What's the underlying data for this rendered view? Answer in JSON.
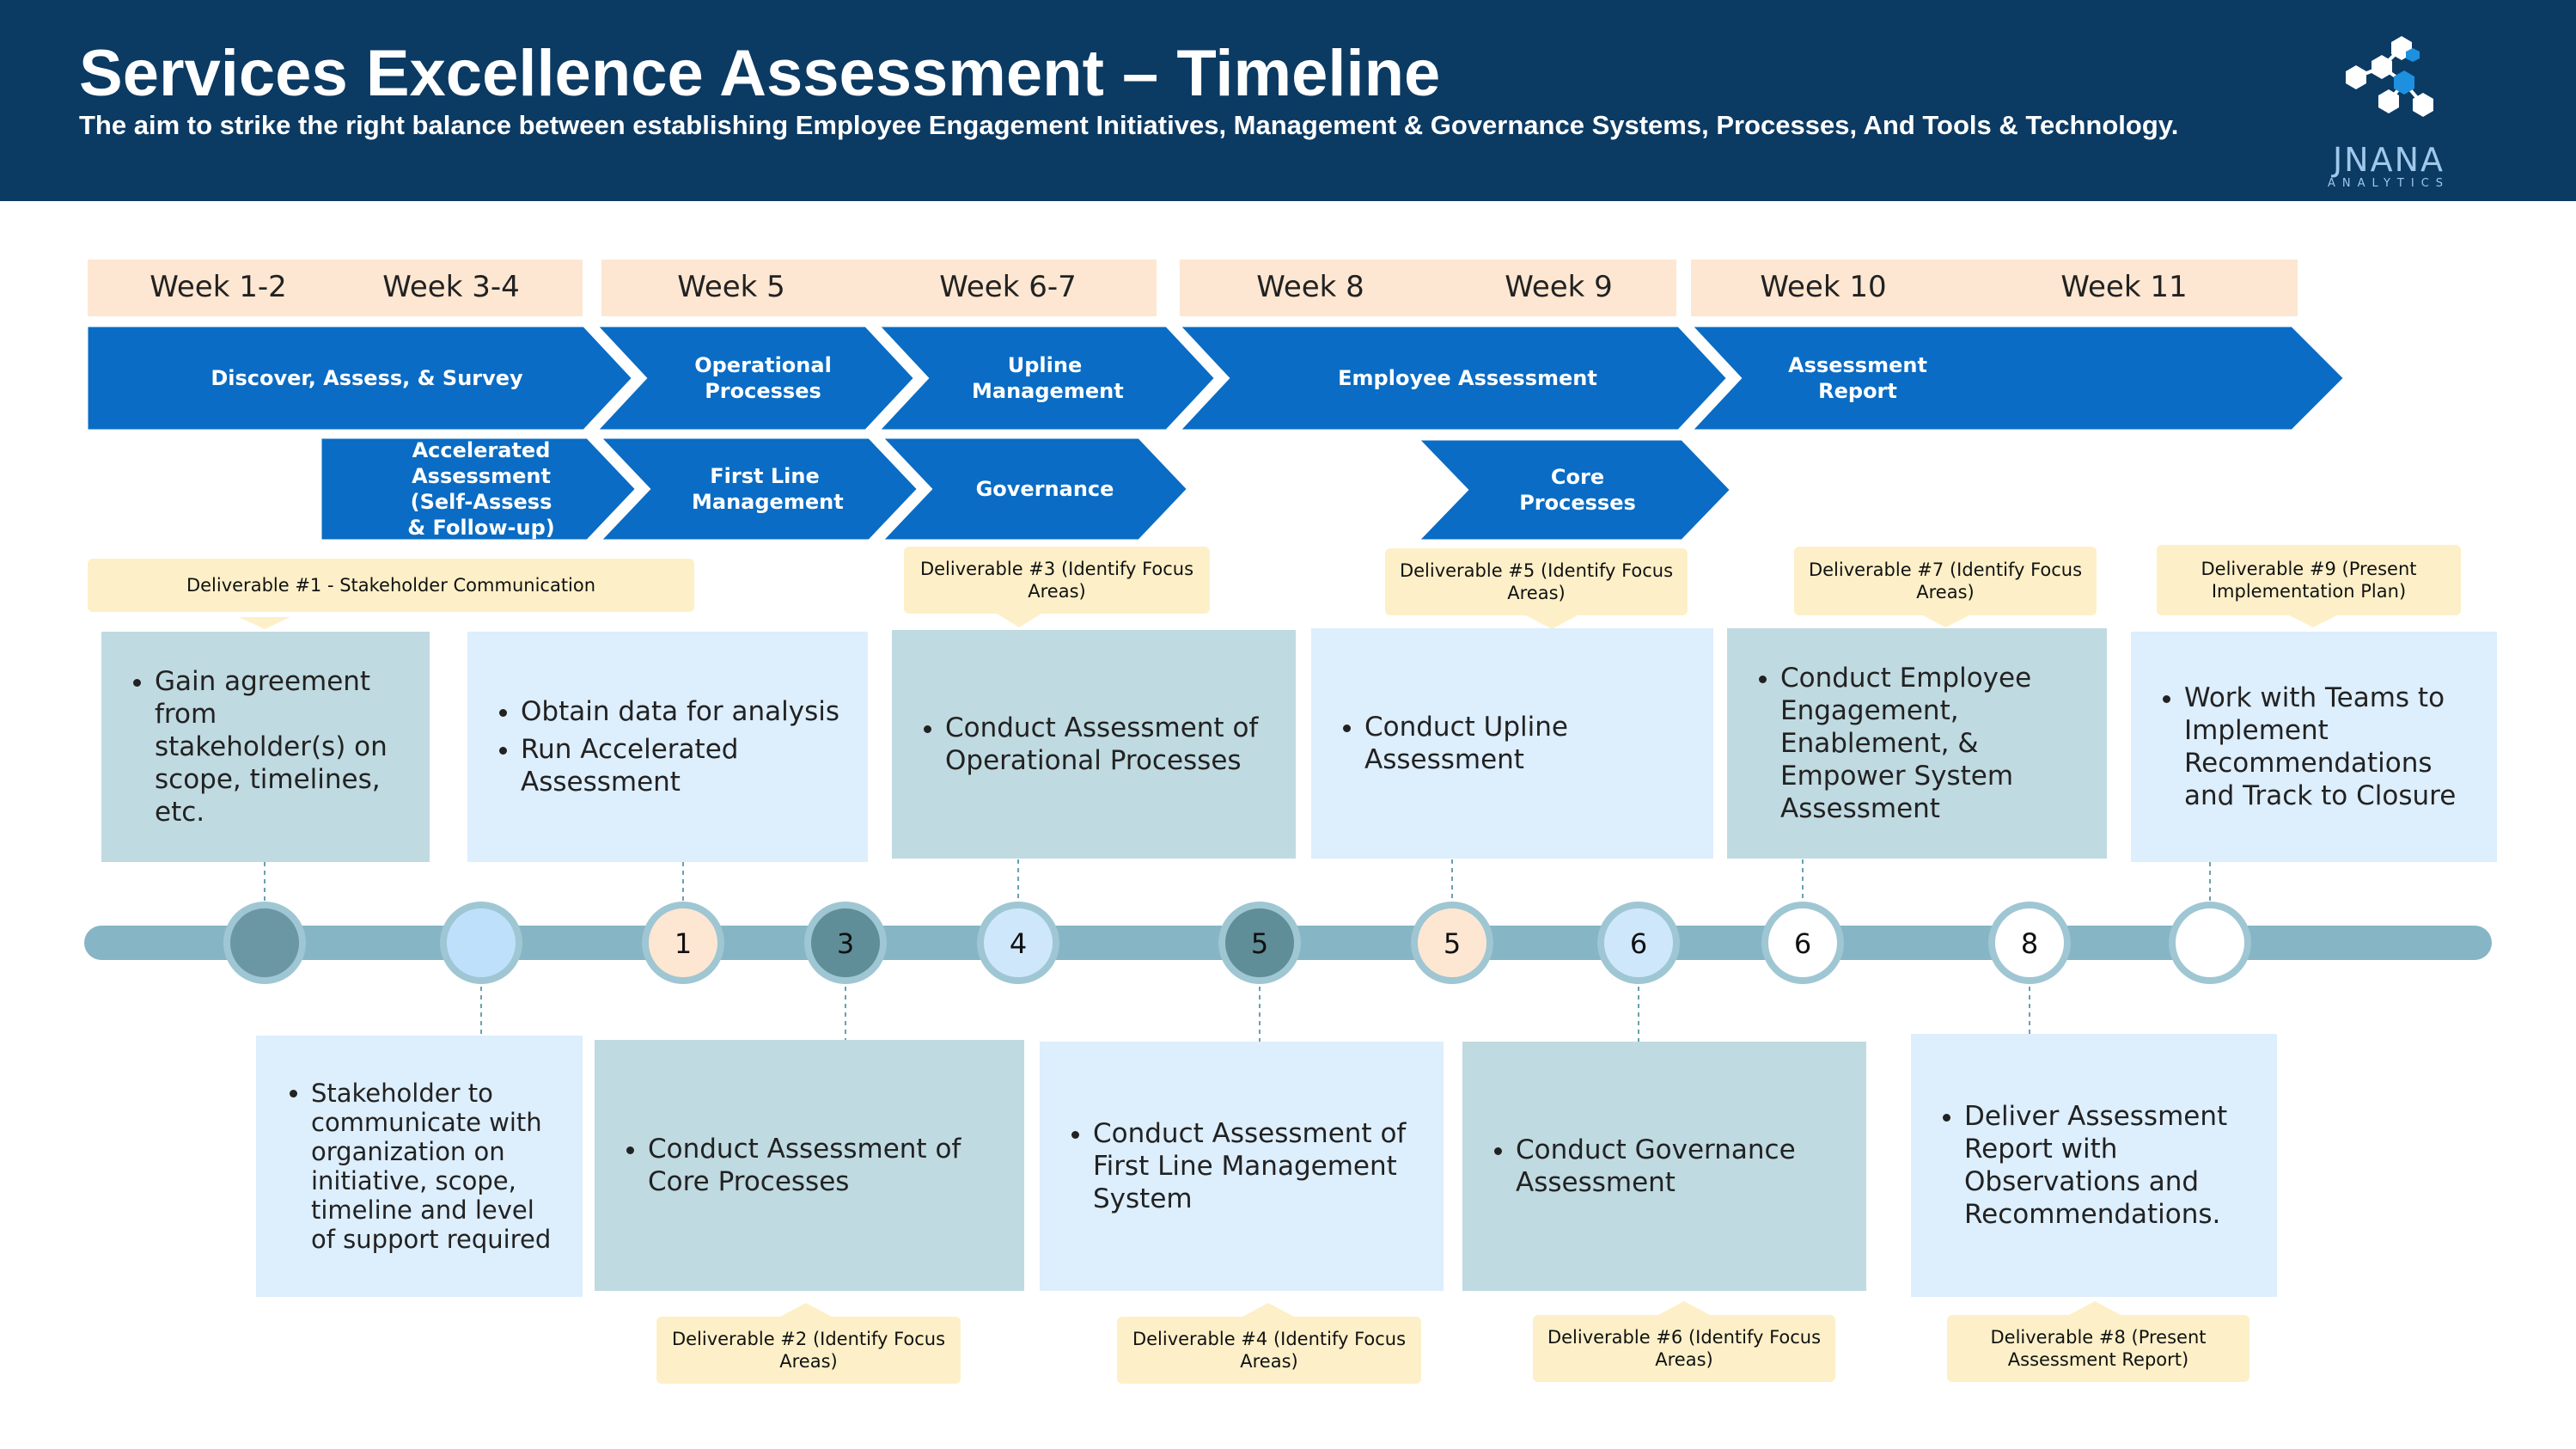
{
  "header": {
    "title": "Services Excellence Assessment – Timeline",
    "subtitle": "The aim to strike the right balance between establishing Employee Engagement Initiatives, Management & Governance Systems, Processes, And Tools & Technology.",
    "logo_text": "JNANA",
    "logo_subtext": "ANALYTICS"
  },
  "weeks": [
    "Week 1-2",
    "Week 3-4",
    "Week 5",
    "Week 6-7",
    "Week 8",
    "Week 9",
    "Week 10",
    "Week 11"
  ],
  "phases_top": [
    "Discover, Assess, & Survey",
    "Operational Processes",
    "Upline Management",
    "Employee Assessment",
    "Assessment Report"
  ],
  "phases_bottom": [
    "Accelerated Assessment (Self-Assess & Follow-up)",
    "First Line Management",
    "Governance",
    "Core Processes"
  ],
  "deliverables_top": [
    "Deliverable #1 - Stakeholder Communication",
    "Deliverable #3 (Identify Focus Areas)",
    "Deliverable #5 (Identify Focus Areas)",
    "Deliverable #7 (Identify Focus Areas)",
    "Deliverable #9 (Present Implementation Plan)"
  ],
  "deliverables_bottom": [
    "Deliverable  #2 (Identify Focus Areas)",
    "Deliverable  #4 (Identify Focus Areas)",
    "Deliverable  #6 (Identify Focus Areas)",
    "Deliverable  #8 (Present Assessment Report)"
  ],
  "callouts_top": [
    [
      "Gain agreement from stakeholder(s) on scope, timelines, etc."
    ],
    [
      "Obtain data for analysis",
      "Run Accelerated Assessment"
    ],
    [
      "Conduct Assessment of Operational Processes"
    ],
    [
      "Conduct Upline Assessment"
    ],
    [
      "Conduct Employee Engagement, Enablement, & Empower System Assessment"
    ],
    [
      "Work with Teams to Implement Recommendations and Track to Closure"
    ]
  ],
  "callouts_bottom": [
    [
      "Stakeholder to communicate with organization on initiative, scope, timeline and level of support required"
    ],
    [
      "Conduct Assessment of Core Processes"
    ],
    [
      "Conduct Assessment of First Line Management System"
    ],
    [
      "Conduct Governance Assessment"
    ],
    [
      "Deliver Assessment Report with Observations and Recommendations."
    ]
  ],
  "milestones": [
    "",
    "",
    "1",
    "3",
    "4",
    "5",
    "5",
    "6",
    "6",
    "8",
    ""
  ],
  "colors": {
    "header_bg": "#0b3a63",
    "chevron_blue": "#0a6cc4",
    "week_bg": "#fde7d2",
    "deliverable_bg": "#fdf0c8",
    "callout_light": "#ddeefc",
    "callout_gray": "#c0dae1",
    "timeline_bar": "#86b5c6"
  }
}
